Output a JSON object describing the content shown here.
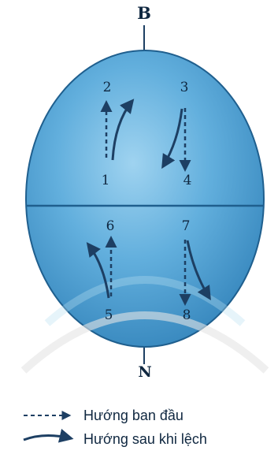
{
  "diagram": {
    "pole_north_label": "B",
    "pole_south_label": "N",
    "points": {
      "p1": "1",
      "p2": "2",
      "p3": "3",
      "p4": "4",
      "p5": "5",
      "p6": "6",
      "p7": "7",
      "p8": "8"
    },
    "legend": {
      "initial_direction": "Hướng ban đầu",
      "deflected_direction": "Hướng sau khi lệch"
    },
    "colors": {
      "sphere_fill": "#4f9fd0",
      "sphere_light": "#8cc6e8",
      "sphere_outline": "#1f5f8e",
      "arrow_color": "#1d3f63",
      "text_color": "#0f2740"
    }
  }
}
